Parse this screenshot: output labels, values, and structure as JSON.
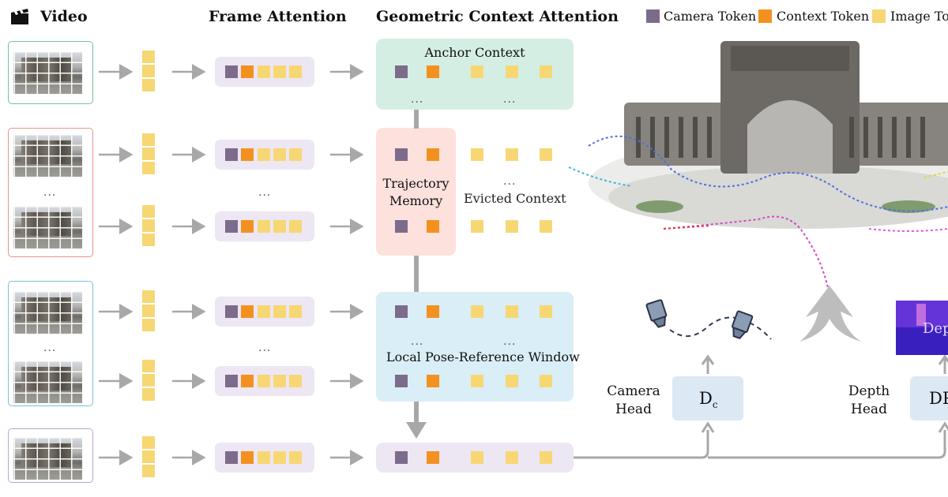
{
  "headers": {
    "video": "Video",
    "frame_attention": "Frame Attention",
    "geometric_context_attention": "Geometric Context Attention"
  },
  "legend": [
    {
      "label": "Camera Token",
      "color": "#7d6b8c"
    },
    {
      "label": "Context Token",
      "color": "#f39120"
    },
    {
      "label": "Image Tok",
      "color": "#f7d774"
    }
  ],
  "groups": {
    "anchor_context": "Anchor Context",
    "trajectory_memory": "Trajectory\nMemory",
    "evicted_context": "Evicted Context",
    "local_window": "Local Pose-Reference Window"
  },
  "heads": {
    "camera_head": "Camera\nHead",
    "camera_decoder": "D",
    "camera_decoder_sub": "c",
    "depth_head": "Depth\nHead",
    "depth_decoder": "DP",
    "depth_map_label": "Dep"
  },
  "ellipsis": "...",
  "colors": {
    "camera_token": "#7d6b8c",
    "context_token": "#f39120",
    "image_token": "#f7d774",
    "anchor_bg": "#d4eee3",
    "trajectory_bg": "#fde1dd",
    "local_bg": "#d9eef6",
    "query_bg": "#ede6f3",
    "head_bg": "#dce8f4",
    "arrow": "#a8a8a8",
    "frame_green": "#73c2a0",
    "frame_red": "#eb9386",
    "frame_blue": "#7cc0dc",
    "frame_purple": "#b9a3d6"
  }
}
